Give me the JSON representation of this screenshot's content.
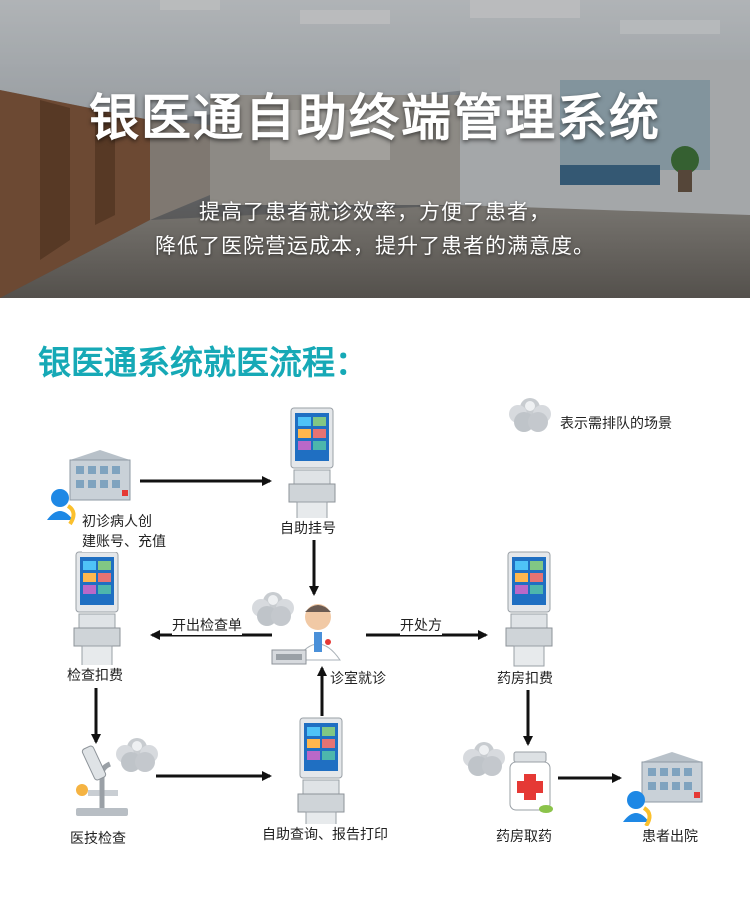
{
  "banner": {
    "title": "银医通自助终端管理系统",
    "subtitle_line1": "提高了患者就诊效率，方便了患者，",
    "subtitle_line2": "降低了医院营运成本，提升了患者的满意度。"
  },
  "section": {
    "title": "银医通系统就医流程："
  },
  "legend": {
    "label": "表示需排队的场景"
  },
  "nodes": {
    "register": "初诊病人创\n建账号、充值",
    "self_register": "自助挂号",
    "consult": "诊室就诊",
    "exam_pay": "检查扣费",
    "pharmacy_pay": "药房扣费",
    "medtech_exam": "医技检查",
    "self_query": "自助查询、报告打印",
    "pharmacy_pickup": "药房取药",
    "discharge": "患者出院"
  },
  "edges": {
    "issue_exam_order": "开出检查单",
    "prescribe": "开处方"
  },
  "colors": {
    "title_accent": "#16a9b6",
    "arrow": "#111111",
    "kiosk_frame": "#cfd3d6",
    "kiosk_screen": "#1f6fc2"
  }
}
